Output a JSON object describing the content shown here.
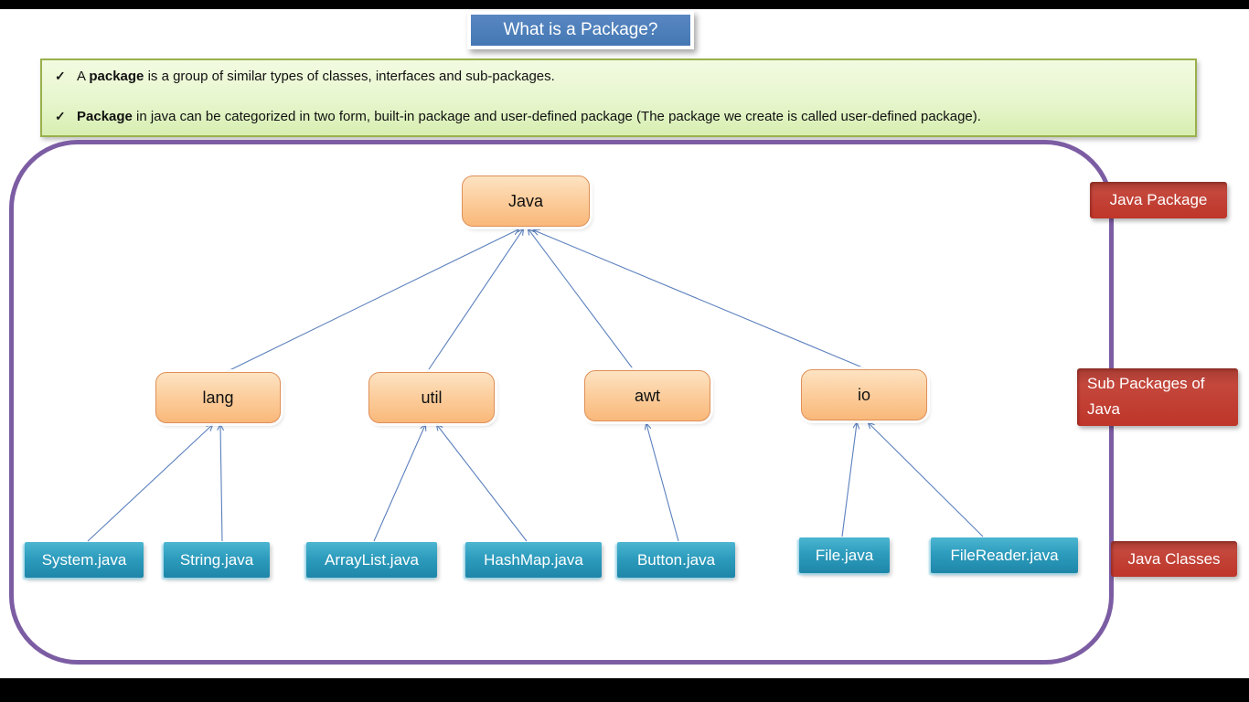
{
  "title": "What is a Package?",
  "bullets": [
    {
      "check": "✓",
      "prefix": "A ",
      "bold": "package",
      "rest": " is a group of similar types of classes, interfaces and sub-packages."
    },
    {
      "check": "✓",
      "prefix": "",
      "bold": "Package",
      "rest": " in java can be categorized in two form, built-in package and user-defined package (The package we create is called user-defined package)."
    }
  ],
  "tree": {
    "root": {
      "label": "Java"
    },
    "packages": [
      {
        "label": "lang",
        "classes": [
          "System.java",
          "String.java"
        ]
      },
      {
        "label": "util",
        "classes": [
          "ArrayList.java",
          "HashMap.java"
        ]
      },
      {
        "label": "awt",
        "classes": [
          "Button.java"
        ]
      },
      {
        "label": "io",
        "classes": [
          "File.java",
          "FileReader.java"
        ]
      }
    ]
  },
  "side_labels": {
    "package": "Java Package",
    "sub_packages": "Sub Packages of Java",
    "classes": "Java Classes"
  },
  "colors": {
    "title_blue": "#4d7fba",
    "green_border": "#9ab04c",
    "green_fill": "#e7f6cd",
    "package_orange": "#f9b87a",
    "class_teal": "#2d9cbd",
    "label_red": "#bf3529",
    "container_purple": "#7c5da3",
    "connector_blue": "#5b80bd"
  }
}
